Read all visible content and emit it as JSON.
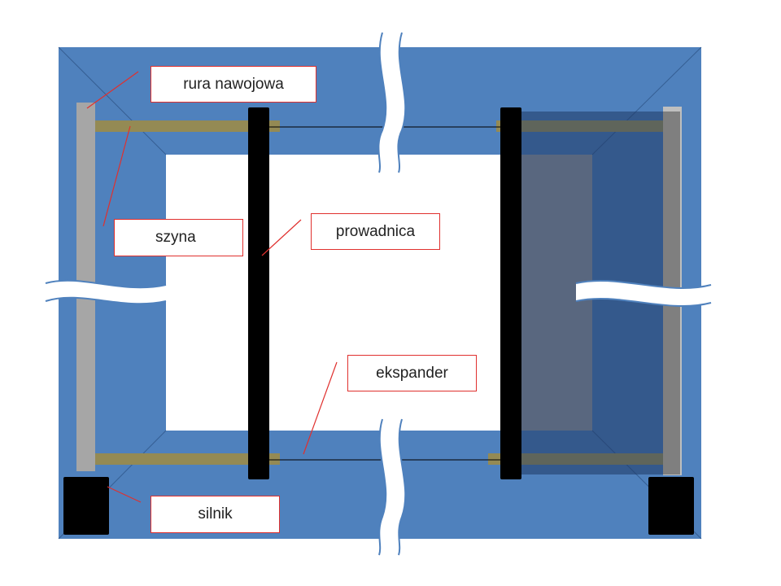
{
  "labels": {
    "rura_nawojowa": "rura nawojowa",
    "szyna": "szyna",
    "prowadnica": "prowadnica",
    "ekspander": "ekspander",
    "silnik": "silnik"
  },
  "colors": {
    "frame": "#4f81bd",
    "frame_edge": "#6f92c4",
    "rail": "#948a54",
    "roll_tube": "#a6a6a6",
    "roll_tube_dark": "#5f5f5f",
    "guide": "#000000",
    "motor": "#000000",
    "fabric": "#a0a0a0",
    "shade": "#1f3864",
    "leader": "#e0302e"
  }
}
